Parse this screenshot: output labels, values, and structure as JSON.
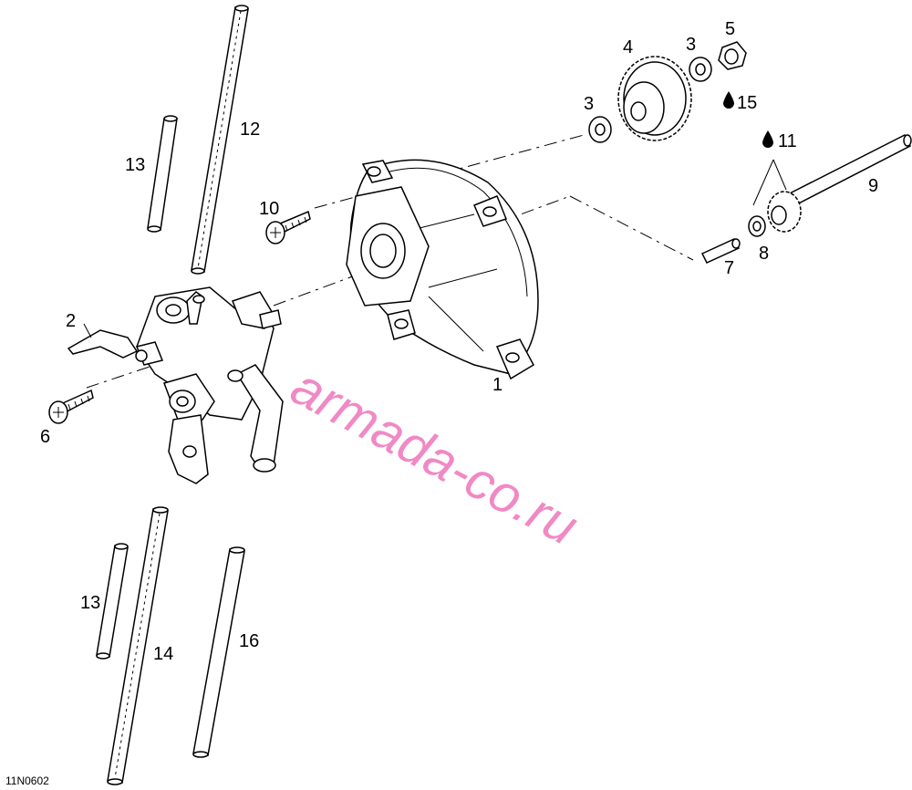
{
  "diagram_code": "11N0602",
  "watermark": "armada-co.ru",
  "colors": {
    "line": "#000000",
    "watermark": "#e42896",
    "background": "#ffffff"
  },
  "callouts": [
    {
      "id": "c1",
      "label": "1"
    },
    {
      "id": "c2",
      "label": "2"
    },
    {
      "id": "c3a",
      "label": "3"
    },
    {
      "id": "c3b",
      "label": "3"
    },
    {
      "id": "c4",
      "label": "4"
    },
    {
      "id": "c5",
      "label": "5"
    },
    {
      "id": "c6",
      "label": "6"
    },
    {
      "id": "c7",
      "label": "7"
    },
    {
      "id": "c8",
      "label": "8"
    },
    {
      "id": "c9",
      "label": "9"
    },
    {
      "id": "c10",
      "label": "10"
    },
    {
      "id": "c11",
      "label": "11"
    },
    {
      "id": "c12",
      "label": "12"
    },
    {
      "id": "c13a",
      "label": "13"
    },
    {
      "id": "c13b",
      "label": "13"
    },
    {
      "id": "c14",
      "label": "14"
    },
    {
      "id": "c15",
      "label": "15"
    },
    {
      "id": "c16",
      "label": "16"
    }
  ],
  "icons": {
    "lubricant": "oil-drop-icon"
  }
}
